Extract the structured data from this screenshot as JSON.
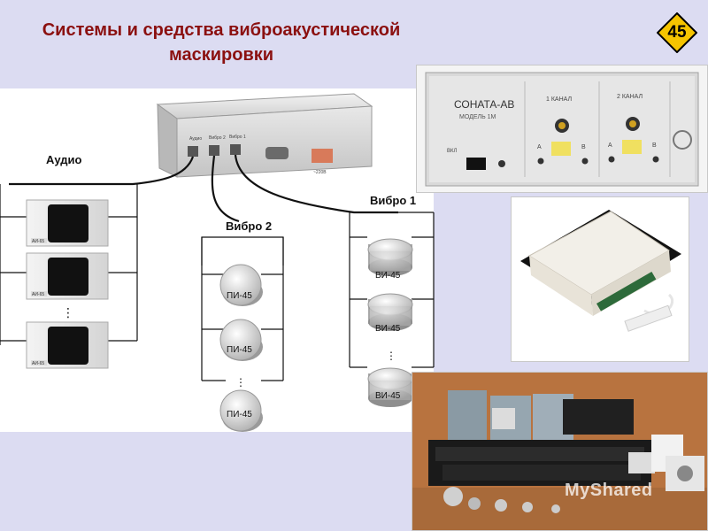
{
  "title": {
    "line1": "Системы и средства виброакустической",
    "line2": "маскировки"
  },
  "slide_number": "45",
  "diagram": {
    "audio_label": "Аудио",
    "vibro1_label": "Вибро 1",
    "vibro2_label": "Вибро 2",
    "speaker_tag": "АИ-65",
    "pi_sensor_label": "ПИ-45",
    "vi_sensor_label": "ВИ-45",
    "ellipsis": "⋮",
    "generator_output_labels": [
      "Аудио",
      "Вибро 2",
      "Вибро 1"
    ],
    "generator_power_label": "~220В"
  },
  "sonata_device": {
    "name": "СОНАТА-АВ",
    "model": "МОДЕЛЬ 1М",
    "channel1": "1 КАНАЛ",
    "channel2": "2 КАНАЛ",
    "power_label": "ВКЛ",
    "knob_a": "A",
    "knob_b": "B"
  },
  "watermark": "MyShared",
  "colors": {
    "title": "#8b1010",
    "band": "#dcdcf2",
    "badge": "#f5c400"
  }
}
